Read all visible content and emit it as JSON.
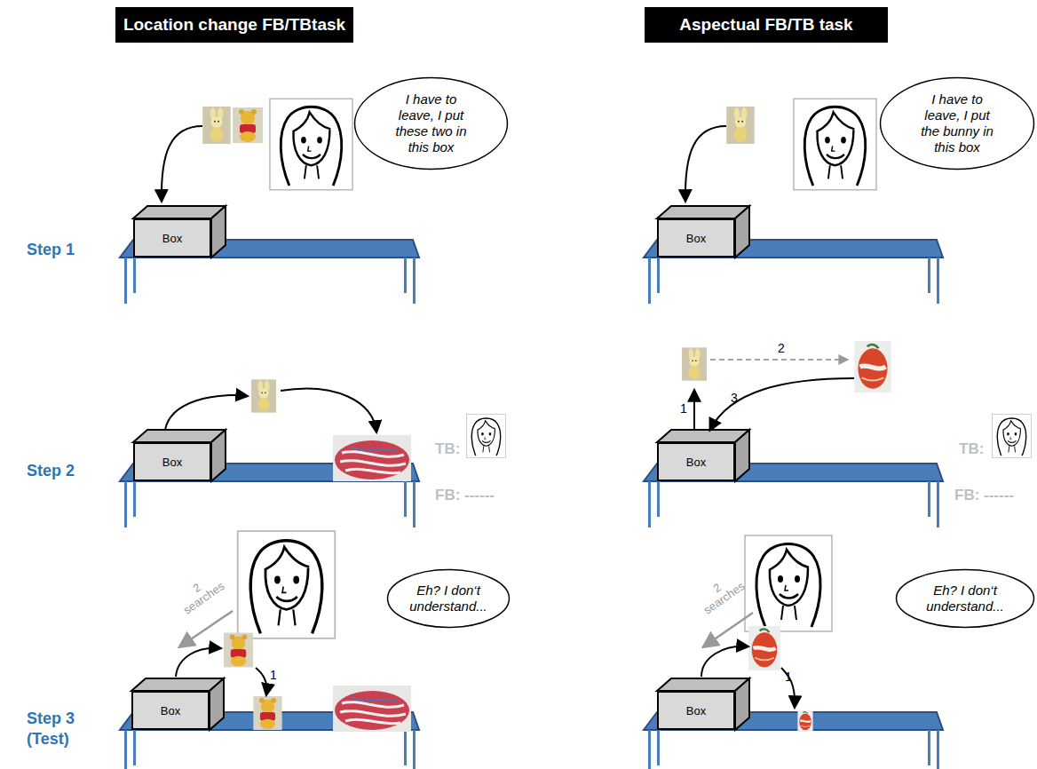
{
  "diagram": {
    "nodes": [
      {
        "text": [
          "Location change FB/TBtask"
        ]
      },
      {
        "text": [
          "Aspectual FB/TB task"
        ]
      },
      {
        "text": [
          "I have to leave, I put these two in this box"
        ]
      },
      {
        "text": [
          "I have to leave, I put the bunny in this box"
        ]
      },
      {
        "text": [
          "Box"
        ]
      },
      {
        "text": [
          "Box"
        ]
      },
      {
        "text": [
          "Box"
        ]
      },
      {
        "text": [
          "Box"
        ]
      },
      {
        "text": [
          "Eh? I don‘t understand..."
        ]
      },
      {
        "text": [
          "Eh? I don‘t understand..."
        ]
      },
      {
        "text": [
          "Box"
        ]
      },
      {
        "text": [
          "Box"
        ]
      }
    ],
    "labels": [
      "Step 1",
      "Step 2",
      "2",
      "1",
      "3",
      "TB:",
      "TB:",
      "FB: ------",
      "FB: ------",
      "Step 3 (Test)",
      "2 searches",
      "1",
      "2 searches",
      "1"
    ]
  }
}
